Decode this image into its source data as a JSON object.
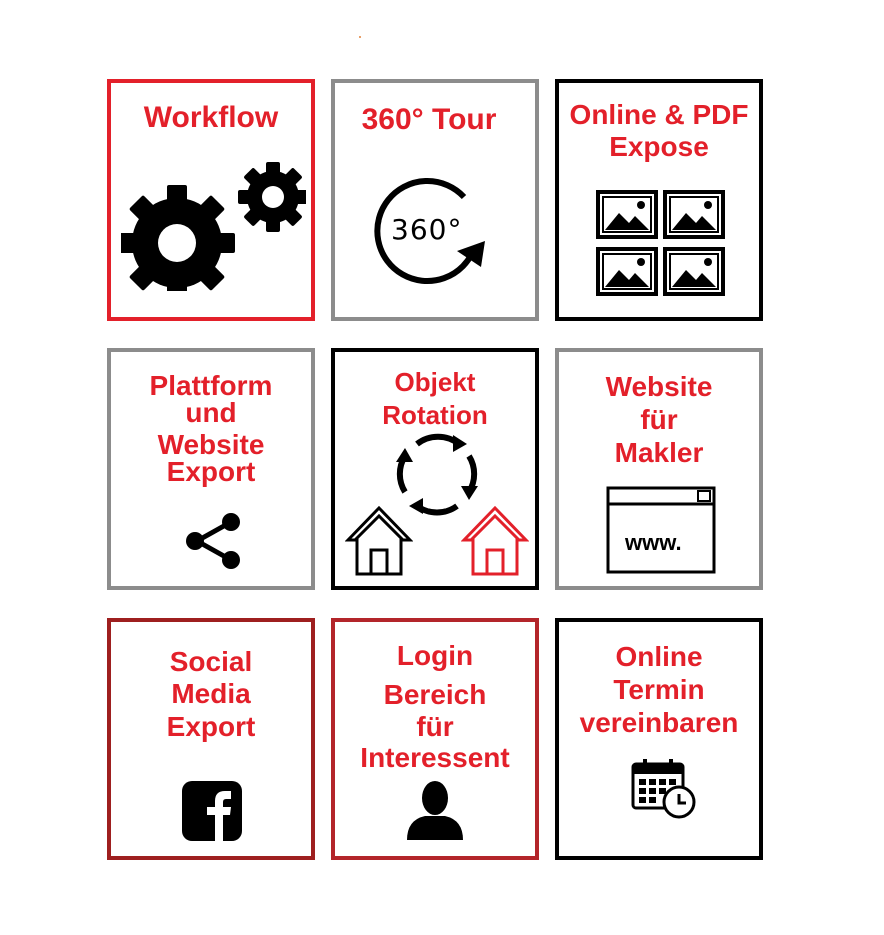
{
  "tiles": {
    "workflow": {
      "lines": [
        "Workflow"
      ],
      "border": "#e3202a"
    },
    "tour360": {
      "lines": [
        "360° Tour"
      ],
      "border": "#8c8c8c",
      "icon_text": "360°"
    },
    "expose": {
      "lines": [
        "Online & PDF",
        "Expose"
      ],
      "border": "#000000"
    },
    "export": {
      "lines": [
        "Plattform",
        "und",
        "Website",
        "Export"
      ],
      "border": "#8c8c8c"
    },
    "rotation": {
      "lines": [
        "Objekt",
        "Rotation"
      ],
      "border": "#000000"
    },
    "website": {
      "lines": [
        "Website",
        "für",
        "Makler"
      ],
      "border": "#8c8c8c",
      "icon_text": "www."
    },
    "social": {
      "lines": [
        "Social",
        "Media",
        "Export"
      ],
      "border": "#9e1f1f"
    },
    "login": {
      "lines": [
        "Login",
        "Bereich",
        "für",
        "Interessent"
      ],
      "border": "#b3252a"
    },
    "termin": {
      "lines": [
        "Online",
        "Termin",
        "vereinbaren"
      ],
      "border": "#000000"
    }
  },
  "colors": {
    "accent_red": "#e3202a",
    "icon_black": "#000000"
  },
  "icons": [
    "gear-icon",
    "rotate-360-icon",
    "image-gallery-icon",
    "share-icon",
    "rotation-arrows-icon",
    "house-icon",
    "browser-window-icon",
    "facebook-icon",
    "user-silhouette-icon",
    "calendar-clock-icon"
  ]
}
